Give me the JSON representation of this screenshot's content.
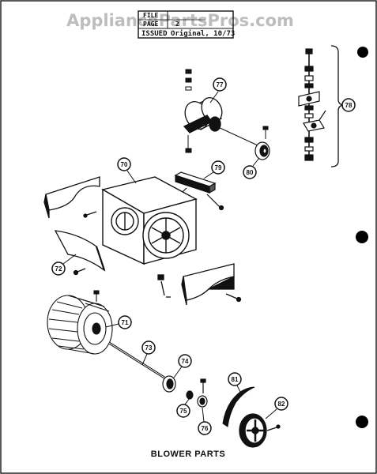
{
  "watermark": "AppliancePartsPros.com",
  "stamp": {
    "row1_label": "FILE",
    "row2_label": "PAGE",
    "row2_value": "2",
    "row3_label": "ISSUED",
    "row3_value": "Original, 10/73"
  },
  "callouts": {
    "c70": "70",
    "c71": "71",
    "c72": "72",
    "c73": "73",
    "c74": "74",
    "c75": "75",
    "c76": "76",
    "c77": "77",
    "c78": "78",
    "c79": "79",
    "c80": "80",
    "c81": "81",
    "c82": "82"
  },
  "caption": "BLOWER PARTS"
}
